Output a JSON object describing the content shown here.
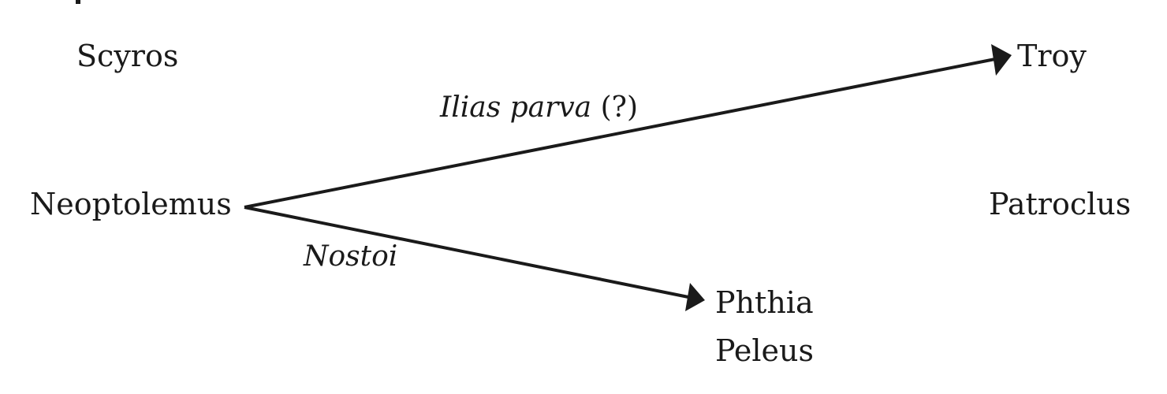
{
  "nodes": {
    "scyros": "Scyros",
    "troy": "Troy",
    "neoptolemus": "Neoptolemus",
    "patroclus": "Patroclus",
    "phthia": "Phthia",
    "peleus": "Peleus"
  },
  "edges": {
    "to_troy": {
      "label_main": "Ilias parva",
      "label_suffix": " (?)"
    },
    "to_phthia": {
      "label": "Nostoi"
    }
  }
}
